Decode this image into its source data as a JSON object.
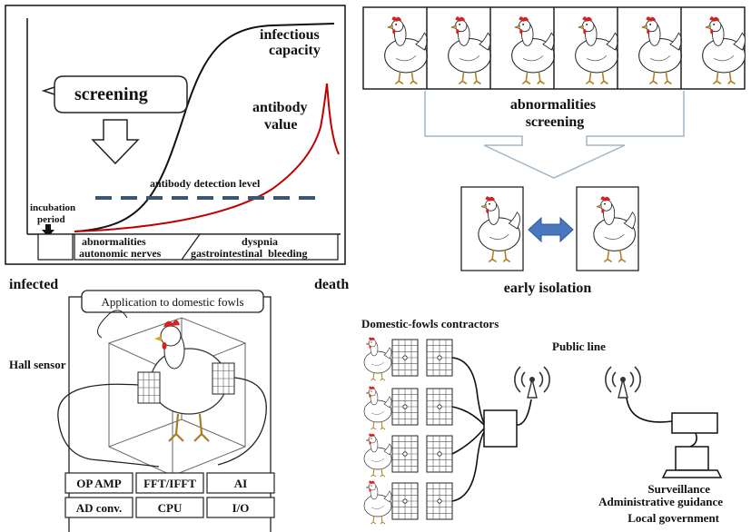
{
  "graph": {
    "infectious_capacity": [
      "infectious",
      "capacity"
    ],
    "antibody_value": [
      "antibody",
      "value"
    ],
    "screening": "screening",
    "antibody_detection_level": "antibody detection level",
    "incubation_period": [
      "incubation",
      "period"
    ],
    "abnormalities_autonomic": [
      "abnormalities",
      "autonomic nerves"
    ],
    "dyspnia": [
      "dyspnia",
      "gastrointestinal  bleeding"
    ],
    "infected": "infected",
    "death": "death"
  },
  "screening_flow": {
    "abnormalities_screening": [
      "abnormalities",
      "screening"
    ],
    "early_isolation": "early isolation"
  },
  "device": {
    "application_title": "Application to domestic fowls",
    "hall_sensor": "Hall sensor",
    "modules": [
      "OP AMP",
      "FFT/IFFT",
      "AI",
      "AD conv.",
      "CPU",
      "I/O"
    ]
  },
  "network": {
    "contractors": "Domestic-fowls contractors",
    "public_line": "Public line",
    "surveillance": "Surveillance",
    "administrative_guidance": "Administrative guidance",
    "local_government": "Local government"
  },
  "colors": {
    "antibody_curve": "#c00000",
    "detection_line": "#3b5670",
    "arrow_blue": "#4a78c0",
    "flow_arrow": "#9fb6c8"
  },
  "icons": [
    "chicken-icon",
    "antenna-icon",
    "laptop-icon",
    "router-box-icon",
    "down-arrow-icon"
  ]
}
